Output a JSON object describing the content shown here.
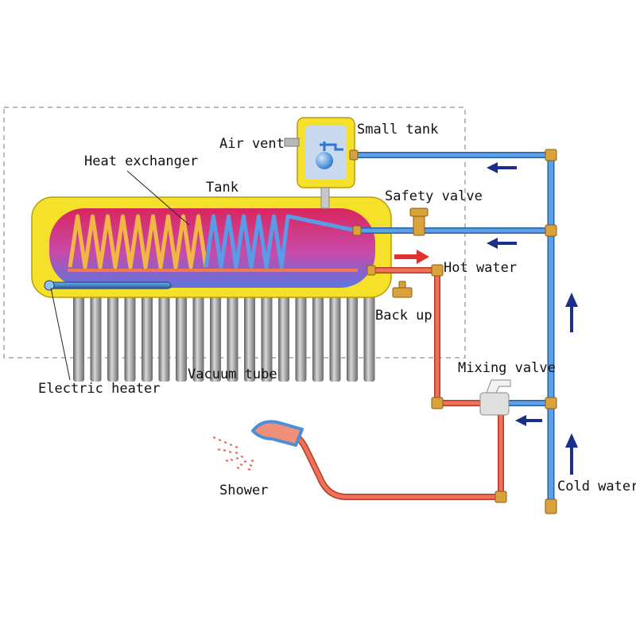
{
  "labels": {
    "small_tank": "Small tank",
    "air_vent": "Air vent",
    "heat_exchanger": "Heat exchanger",
    "tank": "Tank",
    "safety_valve": "Safety valve",
    "hot_water": "Hot water",
    "back_up": "Back up",
    "mixing_valve": "Mixing valve",
    "vacuum_tube": "Vacuum tube",
    "electric_heater": "Electric heater",
    "shower": "Shower",
    "cold_water": "Cold water"
  },
  "colors": {
    "hot_pipe": "#e8604a",
    "cold_pipe": "#4a8fd8",
    "tank_shell": "#f5e02a",
    "brass": "#d9a23a",
    "hot_arrow": "#e03030",
    "cold_arrow": "#1a2f8a",
    "vacuum_tube": "#888888"
  },
  "vacuum_tube_count": 18,
  "coil_turns": {
    "hot": 9,
    "cold": 5
  }
}
